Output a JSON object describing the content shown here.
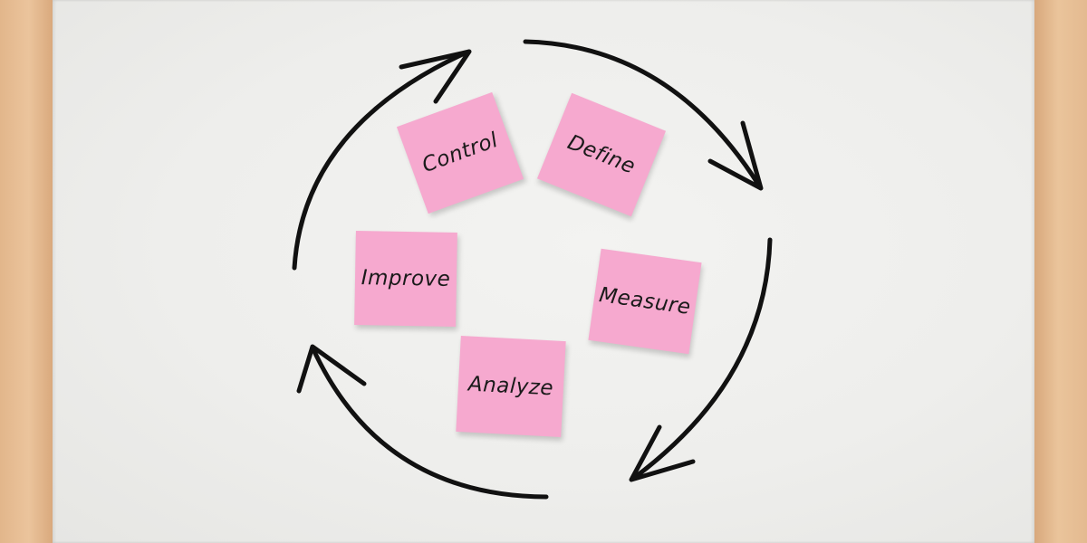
{
  "diagram": {
    "steps": {
      "control": "Control",
      "define": "Define",
      "improve": "Improve",
      "measure": "Measure",
      "analyze": "Analyze"
    },
    "colors": {
      "note": "#f6a9cf",
      "board": "#efefed",
      "frame": "#e6be94",
      "ink": "#111111"
    }
  }
}
